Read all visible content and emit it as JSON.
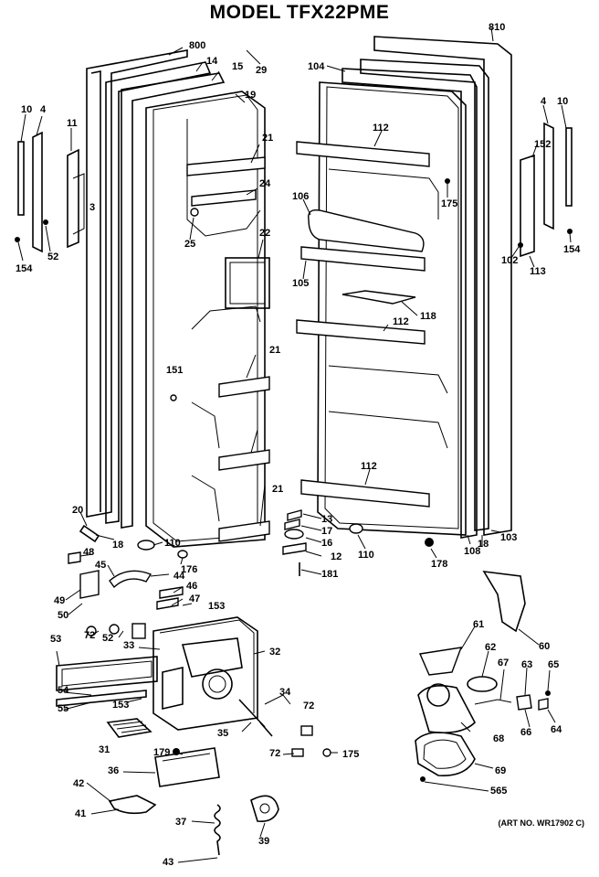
{
  "title": "MODEL TFX22PME",
  "art_number": "(ART NO. WR17902 C)",
  "callouts": [
    {
      "id": "c-800",
      "text": "800"
    },
    {
      "id": "c-14",
      "text": "14"
    },
    {
      "id": "c-15",
      "text": "15"
    },
    {
      "id": "c-29",
      "text": "29"
    },
    {
      "id": "c-19",
      "text": "19"
    },
    {
      "id": "c-10a",
      "text": "10"
    },
    {
      "id": "c-4a",
      "text": "4"
    },
    {
      "id": "c-11",
      "text": "11"
    },
    {
      "id": "c-3",
      "text": "3"
    },
    {
      "id": "c-21a",
      "text": "21"
    },
    {
      "id": "c-24",
      "text": "24"
    },
    {
      "id": "c-25",
      "text": "25"
    },
    {
      "id": "c-22",
      "text": "22"
    },
    {
      "id": "c-52a",
      "text": "52"
    },
    {
      "id": "c-154a",
      "text": "154"
    },
    {
      "id": "c-151",
      "text": "151"
    },
    {
      "id": "c-21b",
      "text": "21"
    },
    {
      "id": "c-21c",
      "text": "21"
    },
    {
      "id": "c-20",
      "text": "20"
    },
    {
      "id": "c-18a",
      "text": "18"
    },
    {
      "id": "c-110a",
      "text": "110"
    },
    {
      "id": "c-48",
      "text": "48"
    },
    {
      "id": "c-45",
      "text": "45"
    },
    {
      "id": "c-176",
      "text": "176"
    },
    {
      "id": "c-44",
      "text": "44"
    },
    {
      "id": "c-46",
      "text": "46"
    },
    {
      "id": "c-47",
      "text": "47"
    },
    {
      "id": "c-153a",
      "text": "153"
    },
    {
      "id": "c-49",
      "text": "49"
    },
    {
      "id": "c-50",
      "text": "50"
    },
    {
      "id": "c-72a",
      "text": "72"
    },
    {
      "id": "c-52b",
      "text": "52"
    },
    {
      "id": "c-53",
      "text": "53"
    },
    {
      "id": "c-33",
      "text": "33"
    },
    {
      "id": "c-32",
      "text": "32"
    },
    {
      "id": "c-54",
      "text": "54"
    },
    {
      "id": "c-55",
      "text": "55"
    },
    {
      "id": "c-153b",
      "text": "153"
    },
    {
      "id": "c-34",
      "text": "34"
    },
    {
      "id": "c-72b",
      "text": "72"
    },
    {
      "id": "c-31",
      "text": "31"
    },
    {
      "id": "c-35",
      "text": "35"
    },
    {
      "id": "c-179",
      "text": "179"
    },
    {
      "id": "c-72c",
      "text": "72"
    },
    {
      "id": "c-175a",
      "text": "175"
    },
    {
      "id": "c-36",
      "text": "36"
    },
    {
      "id": "c-42",
      "text": "42"
    },
    {
      "id": "c-41",
      "text": "41"
    },
    {
      "id": "c-37",
      "text": "37"
    },
    {
      "id": "c-39",
      "text": "39"
    },
    {
      "id": "c-43",
      "text": "43"
    },
    {
      "id": "c-810",
      "text": "810"
    },
    {
      "id": "c-104",
      "text": "104"
    },
    {
      "id": "c-112a",
      "text": "112"
    },
    {
      "id": "c-175b",
      "text": "175"
    },
    {
      "id": "c-106",
      "text": "106"
    },
    {
      "id": "c-105",
      "text": "105"
    },
    {
      "id": "c-118",
      "text": "118"
    },
    {
      "id": "c-112b",
      "text": "112"
    },
    {
      "id": "c-112c",
      "text": "112"
    },
    {
      "id": "c-13",
      "text": "13"
    },
    {
      "id": "c-17",
      "text": "17"
    },
    {
      "id": "c-16",
      "text": "16"
    },
    {
      "id": "c-12",
      "text": "12"
    },
    {
      "id": "c-181",
      "text": "181"
    },
    {
      "id": "c-110b",
      "text": "110"
    },
    {
      "id": "c-178",
      "text": "178"
    },
    {
      "id": "c-108",
      "text": "108"
    },
    {
      "id": "c-18b",
      "text": "18"
    },
    {
      "id": "c-103",
      "text": "103"
    },
    {
      "id": "c-4b",
      "text": "4"
    },
    {
      "id": "c-10b",
      "text": "10"
    },
    {
      "id": "c-152",
      "text": "152"
    },
    {
      "id": "c-102",
      "text": "102"
    },
    {
      "id": "c-113",
      "text": "113"
    },
    {
      "id": "c-154b",
      "text": "154"
    },
    {
      "id": "c-61",
      "text": "61"
    },
    {
      "id": "c-60",
      "text": "60"
    },
    {
      "id": "c-62",
      "text": "62"
    },
    {
      "id": "c-67",
      "text": "67"
    },
    {
      "id": "c-63",
      "text": "63"
    },
    {
      "id": "c-65",
      "text": "65"
    },
    {
      "id": "c-68",
      "text": "68"
    },
    {
      "id": "c-66",
      "text": "66"
    },
    {
      "id": "c-64",
      "text": "64"
    },
    {
      "id": "c-69",
      "text": "69"
    },
    {
      "id": "c-565",
      "text": "565"
    }
  ]
}
